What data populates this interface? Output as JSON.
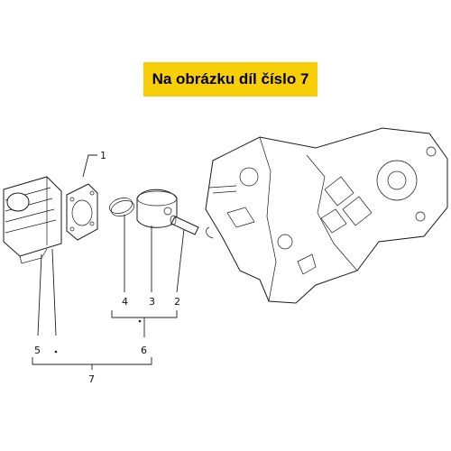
{
  "banner": {
    "text": "Na obrázku díl číslo 7"
  },
  "callouts": {
    "c1": "1",
    "c2": "2",
    "c3": "3",
    "c4": "4",
    "c5": "5",
    "c6": "6",
    "c7": "7"
  },
  "colors": {
    "banner_bg": "#f8cf07",
    "line": "#222222"
  },
  "parts": [
    "cylinder",
    "cylinder-gasket",
    "piston-rings",
    "piston",
    "piston-pin",
    "circlip",
    "engine-crankcase"
  ]
}
